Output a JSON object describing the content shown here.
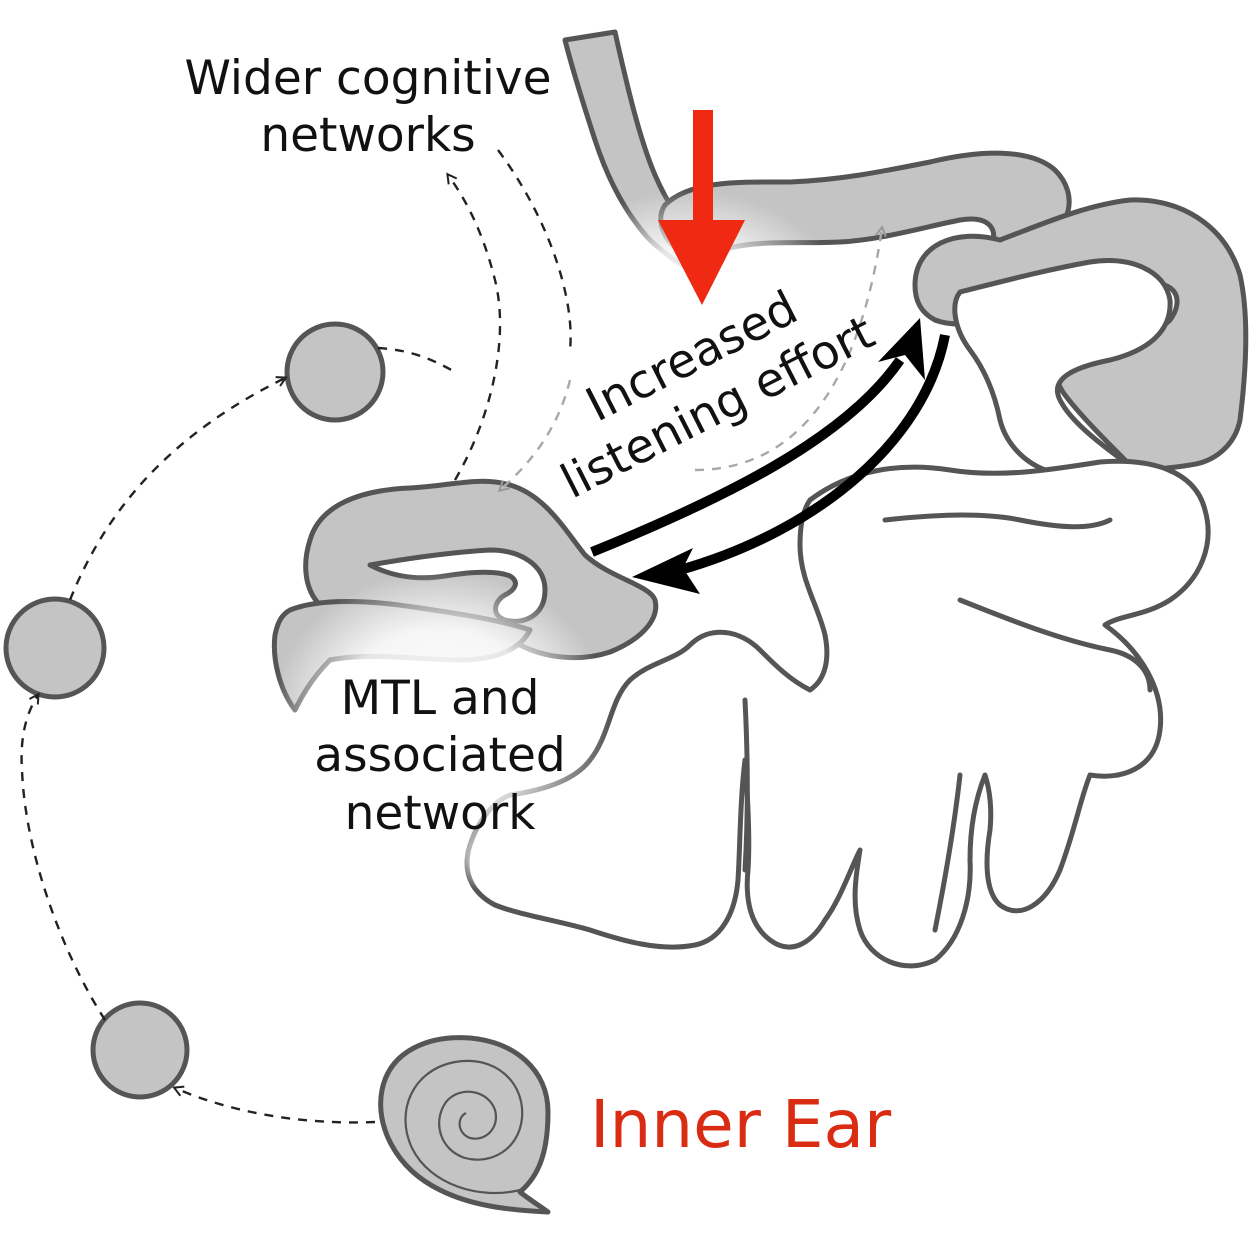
{
  "labels": {
    "wider_networks": "Wider cognitive\nnetworks",
    "listening_effort": "Increased\nlistening effort",
    "mtl_network": "MTL and\nassociated\nnetwork",
    "inner_ear": "Inner Ear"
  },
  "colors": {
    "effort_arrow": "#f02a12",
    "inner_ear_text": "#d92c13",
    "gray_matter": "#c4c4c4",
    "outline": "#555555"
  },
  "icons": {
    "effort_arrow": "down-arrow-icon",
    "cochlea": "spiral-cochlea-icon",
    "relay_nodes": "circle-node-icon"
  }
}
